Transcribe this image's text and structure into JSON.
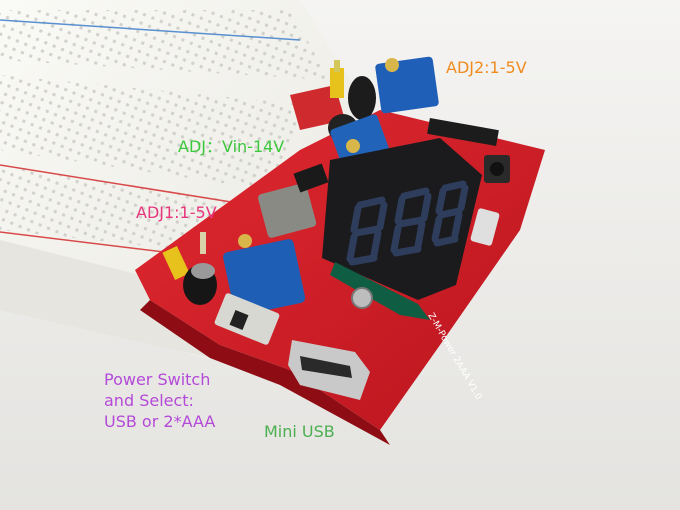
{
  "labels": {
    "adj2": "ADJ2:1-5V",
    "adj": "ADJ：Vin-14V",
    "adj1": "ADJ1:1-5V",
    "power_switch": [
      "Power Switch",
      "and Select:",
      "USB or 2*AAA"
    ],
    "mini_usb": "Mini USB"
  },
  "display": {
    "digits": "8.8.8"
  },
  "board_silkscreen": "Z-M-Power 2AAA V1.0",
  "colors": {
    "adj2": "#f08c1e",
    "adj": "#3cc83c",
    "adj1": "#e8357c",
    "power_switch": "#b44ad8",
    "mini_usb": "#4caf50",
    "board": "#d8202a",
    "breadboard": "#f4f3ee",
    "trimpot": "#1f5fb8",
    "display_body": "#1b1b1d",
    "segment_off": "#2e3d5c"
  }
}
